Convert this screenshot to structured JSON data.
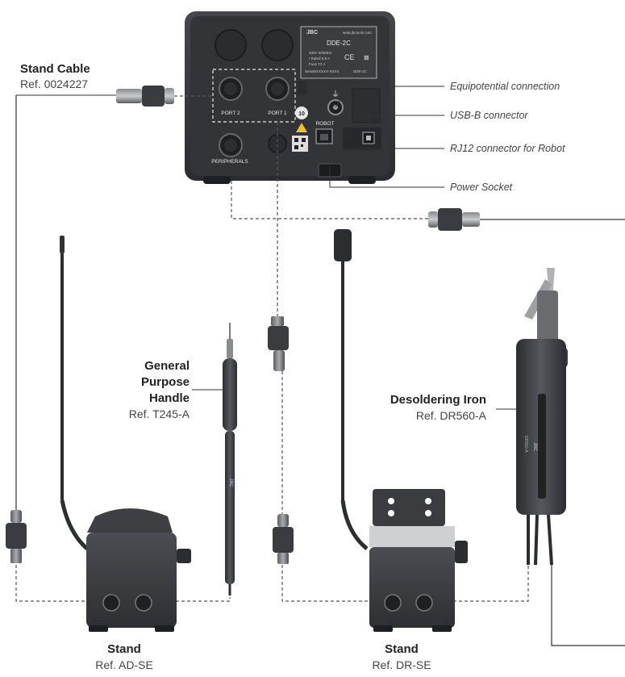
{
  "labels": {
    "stand_cable": {
      "title": "Stand Cable",
      "ref": "Ref. 0024227"
    },
    "general_handle": {
      "title_lines": [
        "General",
        "Purpose",
        "Handle"
      ],
      "ref": "Ref. T245-A"
    },
    "desoldering_iron": {
      "title": "Desoldering Iron",
      "ref": "Ref. DR560-A"
    },
    "stand_ad": {
      "title": "Stand",
      "ref": "Ref. AD-SE"
    },
    "stand_dr": {
      "title": "Stand",
      "ref": "Ref. DR-SE"
    }
  },
  "annotations": {
    "equipotential": "Equipotential connection",
    "usb": "USB-B connector",
    "rj12": "RJ12 connector for Robot",
    "power": "Power Socket"
  },
  "unit": {
    "brand": "JBC",
    "website": "www.jbctools.com",
    "model": "DDE-2C",
    "spec_voltage": "230V 50/60Hz",
    "spec_irated": "I Rated  0.8 A",
    "spec_fuse": "Fuse  T2 A",
    "spec_serial": "Serial0XXXXX-XXXX",
    "model_small": "DDE-2C",
    "port2": "PORT 2",
    "port1": "PORT 1",
    "peripherals": "PERIPHERALS",
    "robot": "ROBOT"
  },
  "tools": {
    "handle_brand": "JBC",
    "iron_brand": "JBC",
    "iron_model": "DR560-A"
  },
  "colors": {
    "unit_body": "#2f3135",
    "unit_panel": "#3a3c40",
    "tool_dark": "#3b3d40",
    "line": "#333333",
    "dashed": "#555555"
  }
}
